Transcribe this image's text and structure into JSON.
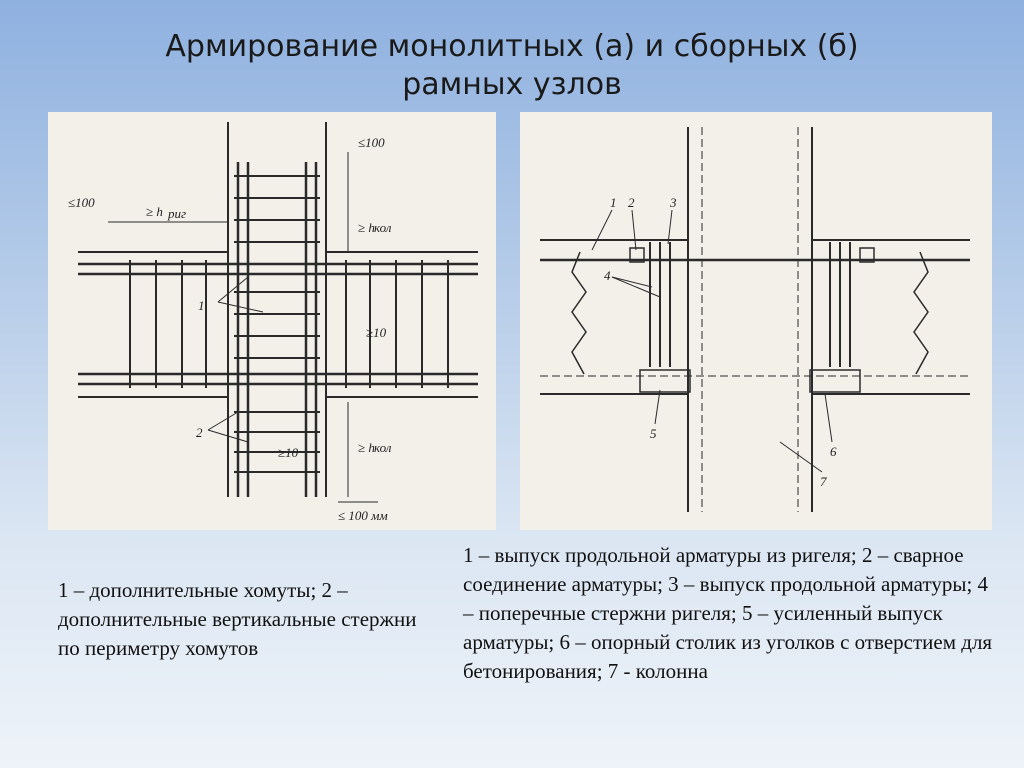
{
  "slide": {
    "title_line1": "Армирование монолитных (а) и сборных (б)",
    "title_line2": "рамных узлов"
  },
  "figure_a": {
    "callouts": [
      "1",
      "2"
    ],
    "dims": [
      "≤100",
      "≥ h",
      "pиг",
      "≤100",
      "≥ h",
      "кол",
      "≥10",
      "≥10",
      "≥ h",
      "кол",
      "≤ 100 мм"
    ]
  },
  "figure_b": {
    "callouts": [
      "1",
      "2",
      "3",
      "4",
      "5",
      "6",
      "7"
    ]
  },
  "captions": {
    "a": "1 – дополнительные хомуты; 2 – дополнительные вертикальные стержни по периметру хомутов",
    "b": "1 – выпуск продольной арматуры из ригеля; 2 – сварное соединение арматуры; 3 – выпуск продольной арматуры; 4 – поперечные стержни ригеля; 5 – усиленный выпуск  арматуры; 6 – опорный столик из уголков с отверстием для бетонирования; 7 - колонна"
  }
}
